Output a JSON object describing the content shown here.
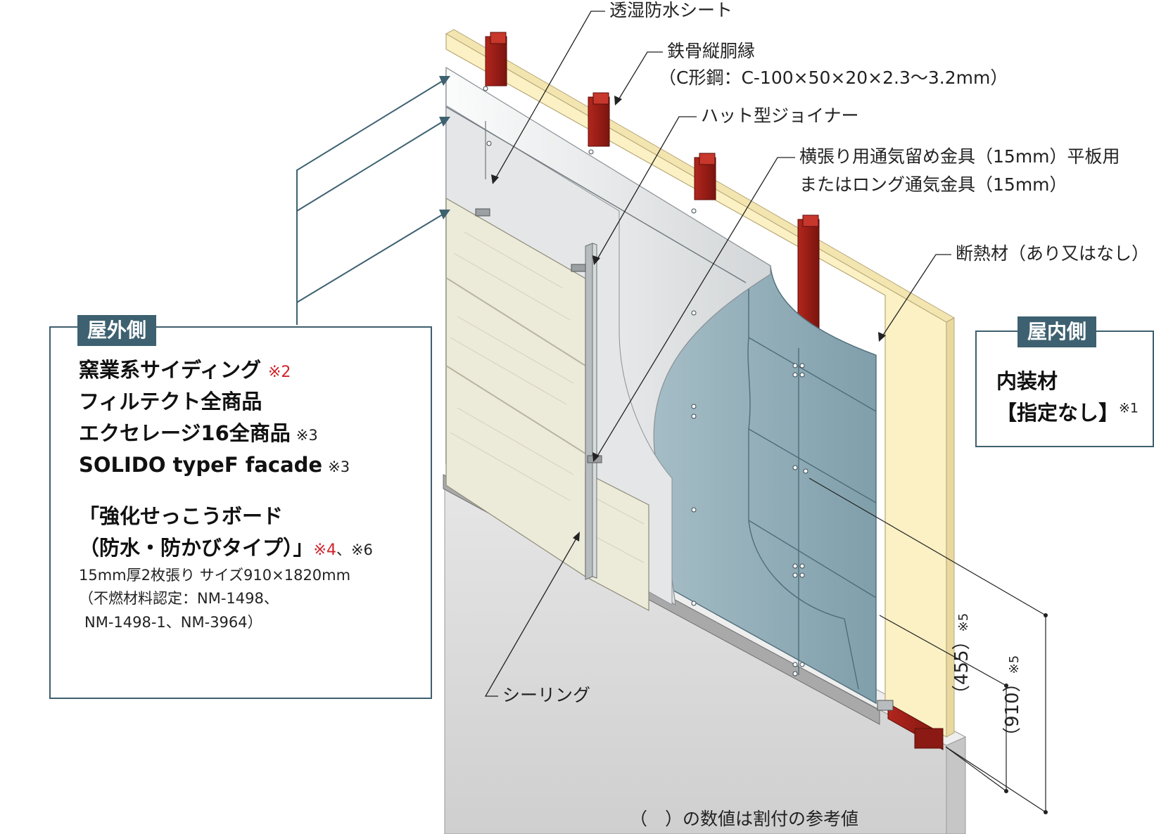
{
  "labels": {
    "breathable_sheet": "透湿防水シート",
    "steel_stud_1": "鉄骨縦胴縁",
    "steel_stud_2": "（C形鋼：C-100×50×20×2.3〜3.2mm）",
    "hat_joiner": "ハット型ジョイナー",
    "fastener_1": "横張り用通気留め金具（15mm）平板用",
    "fastener_2": "またはロング通気金具（15mm）",
    "insulation": "断熱材（あり又はなし）",
    "sealing": "シーリング",
    "dim_455": "（455）",
    "dim_910": "（910）",
    "dim_note": "※5",
    "footnote": "（　）の数値は割付の参考値"
  },
  "outside_box": {
    "tag": "屋外側",
    "line1": "窯業系サイディング",
    "line1_note": "※2",
    "line2": "フィルテクト全商品",
    "line3": "エクセレージ16全商品",
    "line3_note": "※3",
    "line4": "SOLIDO typeF facade",
    "line4_note": "※3",
    "line5": "「強化せっこうボード",
    "line6": "（防水・防かびタイプ）」",
    "line6_note_red": "※4",
    "line6_note_black": "、※6",
    "spec1": "15mm厚2枚張り サイズ910×1820mm",
    "spec2": "（不燃材料認定：NM-1498、",
    "spec3": "NM-1498-1、NM-3964）"
  },
  "inside_box": {
    "tag": "屋内側",
    "line1": "内装材",
    "line2": "【指定なし】",
    "line2_note": "※1"
  },
  "colors": {
    "frame_teal": "#3d6170",
    "note_red": "#d0232a",
    "stud_red": "#9a1b14",
    "insulation": "#fbf1c4",
    "gypsum_board": "#9fbac5",
    "siding": "#ecead9",
    "concrete": "#dcdcdc"
  }
}
